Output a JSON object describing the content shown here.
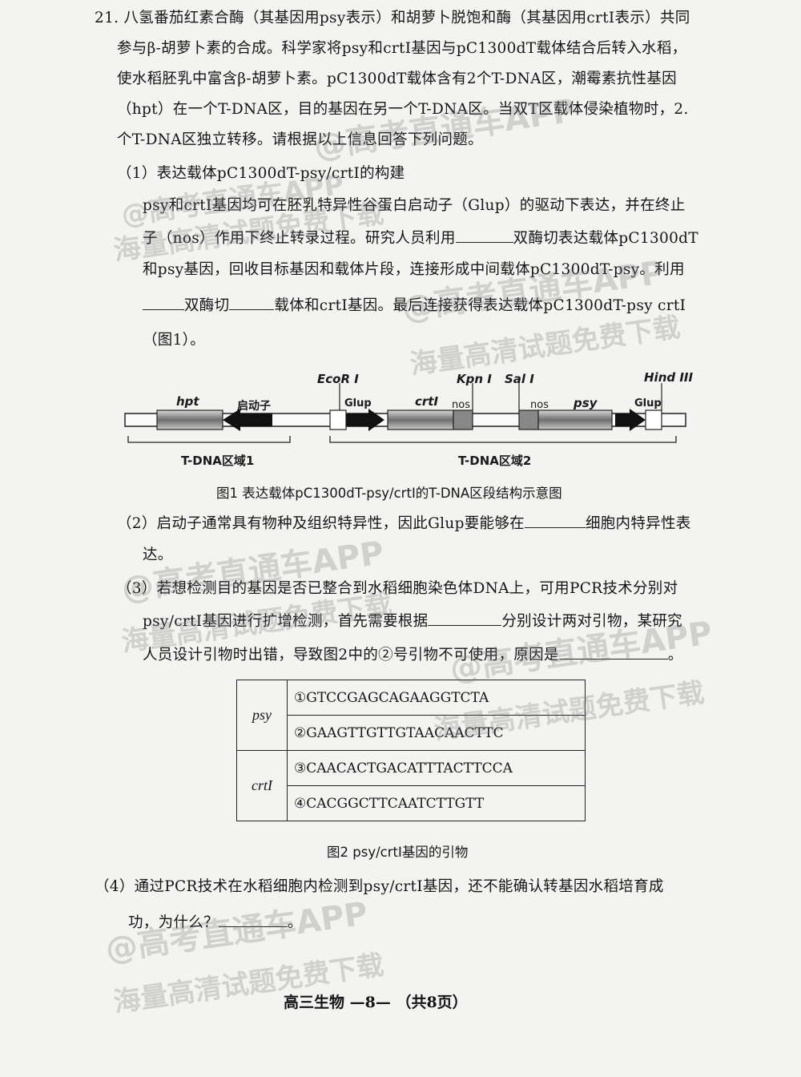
{
  "question": {
    "intro_lines": [
      "21. 八氢番茄红素合酶（其基因用psy表示）和胡萝卜脱饱和酶（其基因用crtI表示）共同",
      "参与β-胡萝卜素的合成。科学家将psy和crtI基因与pC1300dT载体结合后转入水稻，",
      "使水稻胚乳中富含β-胡萝卜素。pC1300dT载体含有2个T-DNA区，潮霉素抗性基因",
      "（hpt）在一个T-DNA区，目的基因在另一个T-DNA区。当双T区载体侵染植物时，2.",
      "个T-DNA区独立转移。请根据以上信息回答下列问题。"
    ],
    "part1": {
      "heading": "（1）表达载体pC1300dT-psy/crtI的构建",
      "line1": "psy和crtI基因均可在胚乳特异性谷蛋白启动子（Glup）的驱动下表达，并在终止",
      "line2a": "子（nos）作用下终止转录过程。研究人员利用",
      "line2b": "双酶切表达载体pC1300dT",
      "line3": "和psy基因，回收目标基因和载体片段，连接形成中间载体pC1300dT-psy。利用",
      "line4a": "双酶切",
      "line4b": "载体和crtI基因。最后连接获得表达载体pC1300dT-psy crtI",
      "line5": "（图1）。"
    },
    "figure1": {
      "caption": "图1  表达载体pC1300dT-psy/crtI的T-DNA区段结构示意图",
      "labels": {
        "hpt": "hpt",
        "promoter": "启动子",
        "ecori": "EcoR I",
        "glup1": "Glup",
        "crti": "crtI",
        "kpni": "Kpn I",
        "nos1": "nos",
        "sali": "Sal I",
        "nos2": "nos",
        "psy": "psy",
        "hindiii": "Hind III",
        "glup2": "Glup",
        "region1": "T-DNA区域1",
        "region2": "T-DNA区域2"
      }
    },
    "part2": {
      "line1a": "（2）启动子通常具有物种及组织特异性，因此Glup要能够在",
      "line1b": "细胞内特异性表",
      "line2": "达。"
    },
    "part3": {
      "line1": "（3）若想检测目的基因是否已整合到水稻细胞染色体DNA上，可用PCR技术分别对",
      "line2a": "psy/crtI基因进行扩增检测，首先需要根据",
      "line2b": "分别设计两对引物，某研究",
      "line3a": "人员设计引物时出错，导致图2中的②号引物不可使用，原因是",
      "line3b": "。"
    },
    "figure2": {
      "caption": "图2  psy/crtI基因的引物",
      "rows": [
        {
          "gene": "psy",
          "primers": [
            "①GTCCGAGCAGAAGGTCTA",
            "②GAAGTTGTTGTAACAACTTC"
          ]
        },
        {
          "gene": "crtI",
          "primers": [
            "③CAACACTGACATTTACTTCCA",
            "④CACGGCTTCAATCTTGTT"
          ]
        }
      ]
    },
    "part4": {
      "line1": "（4）通过PCR技术在水稻细胞内检测到psy/crtI基因，还不能确认转基因水稻培育成",
      "line2a": "功，为什么？",
      "line2b": "。"
    }
  },
  "footer": "高三生物  —8—  （共8页）",
  "watermarks": {
    "brand": "@高考直通车APP",
    "slogan": "海量高清试题免费下载"
  }
}
